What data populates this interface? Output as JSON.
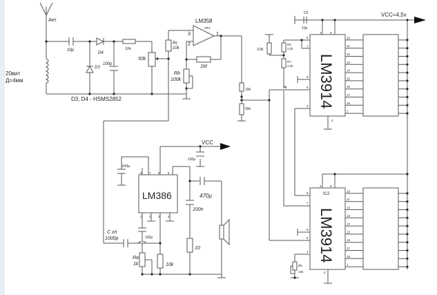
{
  "diagram": {
    "type": "circuit-schematic",
    "antenna": {
      "label": "Ант"
    },
    "coil": {
      "turns_label": "20вит",
      "diameter_label": "Д=4мм"
    },
    "detector": {
      "c_in": "33p",
      "diode_d4": "D4",
      "diode_d3": "D3",
      "c_filter": "100p",
      "r_series": "10k",
      "pot": "50k",
      "diode_note": "D3, D4 - HSMS2852"
    },
    "opamp": {
      "part": "LM358",
      "ref": "OP1",
      "pins": {
        "in_plus": "3",
        "in_minus": "2",
        "out": "1"
      },
      "rc_name": "Rc",
      "rc_value": "10k",
      "rb_name": "Rb",
      "rb_value": "100k",
      "feedback": "1M"
    },
    "divider": {
      "r_top": "10k",
      "r_bottom": "50k"
    },
    "ic1": {
      "part": "LM3914",
      "c5_name": "C5",
      "c5_value": "10µ",
      "r_39k": "3.9k",
      "r6_name": "R6",
      "r6_value": "2,2k",
      "r7_name": "R7",
      "r7_value": "2,2k",
      "left_pins": [
        "6",
        "7",
        "8",
        "5",
        "4"
      ],
      "top_pins": [
        "3",
        "9"
      ],
      "right_pins": [
        "10",
        "11",
        "12",
        "13",
        "14",
        "15",
        "16",
        "17",
        "18",
        "1"
      ],
      "bottom_pin": "2"
    },
    "ic2": {
      "part": "LM3914",
      "ref": "IC2",
      "r5_name": "R5",
      "r5_value": "10k",
      "left_pins": [
        "6",
        "7",
        "8",
        "5",
        "4"
      ],
      "top_pins": [
        "3",
        "9"
      ],
      "right_pins": [
        "10",
        "11",
        "12",
        "13",
        "14",
        "15",
        "16",
        "17",
        "18",
        "1"
      ],
      "bottom_pin": "2"
    },
    "vcc_main": "VCC=4,5v",
    "amp": {
      "part": "LM386",
      "vcc": "VCC",
      "top_pins": [
        "8",
        "7",
        "6",
        "5"
      ],
      "bottom_pins": [
        "1",
        "2",
        "3",
        "4"
      ],
      "c_pin7": "100µ",
      "c_vcc": "100µ",
      "c_out": "470µ",
      "c_zobel": "100n",
      "r_zobel": "10",
      "c_gain": "100µ",
      "c_in_name": "C гл",
      "c_in_value": "1000p",
      "ra_name": "Ra",
      "ra_value": "1k",
      "r_10k": "10k"
    }
  }
}
